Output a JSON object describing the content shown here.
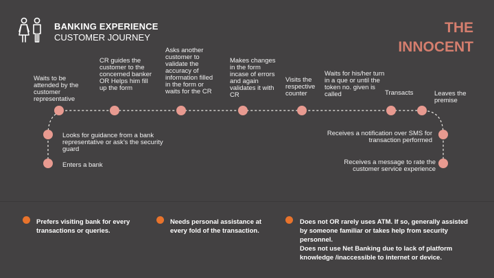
{
  "header": {
    "title_line1": "BANKING EXPERIENCE",
    "title_line2": "CUSTOMER JOURNEY",
    "persona_line1": "THE",
    "persona_line2": "INNOCENT"
  },
  "colors": {
    "background": "#434142",
    "accent": "#d57e6e",
    "bullet": "#e8732c",
    "node": "#e89a90",
    "text": "#ffffff"
  },
  "journey": {
    "top_steps": [
      "Waits to be attended by the customer representative",
      "CR guides the customer to the concerned banker OR Helps him fill up the form",
      "Asks another customer to validate the accuracy of information filled in the form or waits for the CR",
      "Makes changes in the form incase of errors and again validates it with CR",
      "Visits the respective counter",
      "Waits for his/her turn in a que or until the token no. given is called",
      "Transacts",
      "Leaves the premise"
    ],
    "left_steps": [
      "Looks for guidance from a bank representative or ask’s the security guard",
      "Enters a bank"
    ],
    "right_steps": [
      "Receives a notification over SMS for transaction performed",
      "Receives a message to rate the customer service experience"
    ]
  },
  "observations": [
    {
      "text": "Prefers visiting bank for every transactions or queries."
    },
    {
      "text": "Needs personal assistance at every fold of the transaction."
    },
    {
      "text": "Does not OR rarely uses ATM. If so, generally assisted by someone familiar or takes help from security personnel.\nDoes not use Net Banking due to lack of platform knowledge /inaccessible to internet or device."
    }
  ]
}
